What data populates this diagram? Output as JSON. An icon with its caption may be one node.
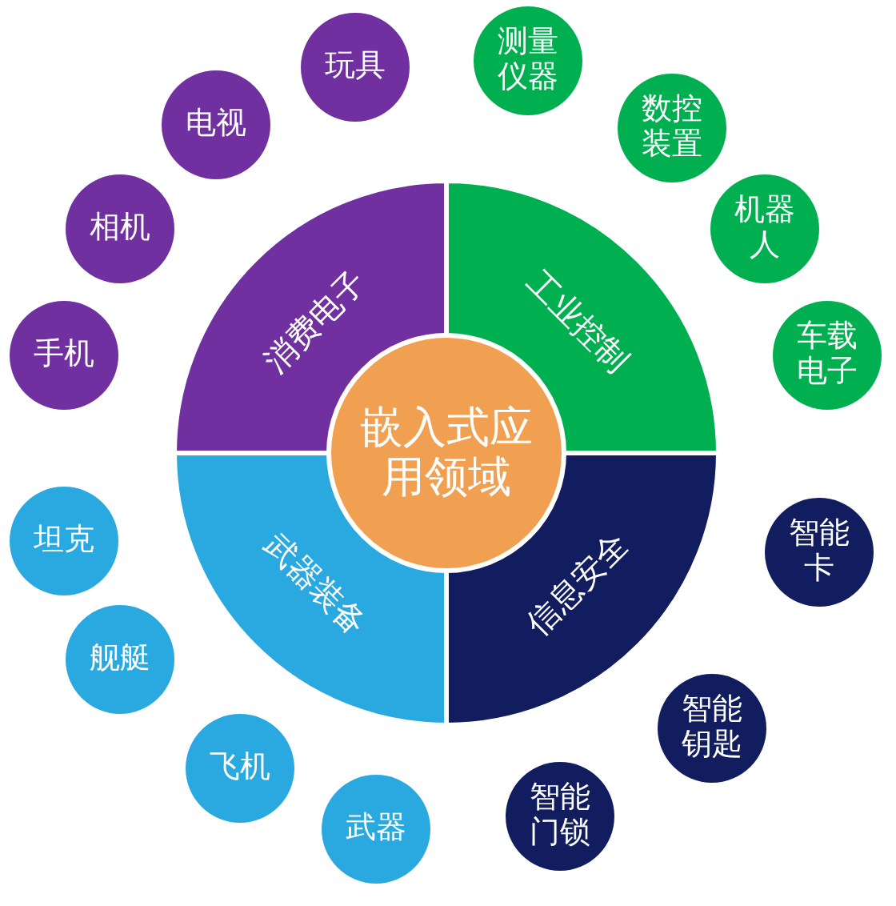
{
  "diagram": {
    "nodes": [
      {
        "text": [
          "嵌入式应用领域"
        ]
      },
      {
        "text": [
          "消费电子"
        ]
      },
      {
        "text": [
          "工业控制"
        ]
      },
      {
        "text": [
          "武器装备"
        ]
      },
      {
        "text": [
          "信息安全"
        ]
      },
      {
        "text": [
          "玩具"
        ]
      },
      {
        "text": [
          "电视"
        ]
      },
      {
        "text": [
          "相机"
        ]
      },
      {
        "text": [
          "手机"
        ]
      },
      {
        "text": [
          "测量仪器"
        ]
      },
      {
        "text": [
          "数控装置"
        ]
      },
      {
        "text": [
          "机器人"
        ]
      },
      {
        "text": [
          "车载电子"
        ]
      },
      {
        "text": [
          "坦克"
        ]
      },
      {
        "text": [
          "舰艇"
        ]
      },
      {
        "text": [
          "飞机"
        ]
      },
      {
        "text": [
          "武器"
        ]
      },
      {
        "text": [
          "智能卡"
        ]
      },
      {
        "text": [
          "智能钥匙"
        ]
      },
      {
        "text": [
          "智能门锁"
        ]
      }
    ],
    "edges": []
  }
}
